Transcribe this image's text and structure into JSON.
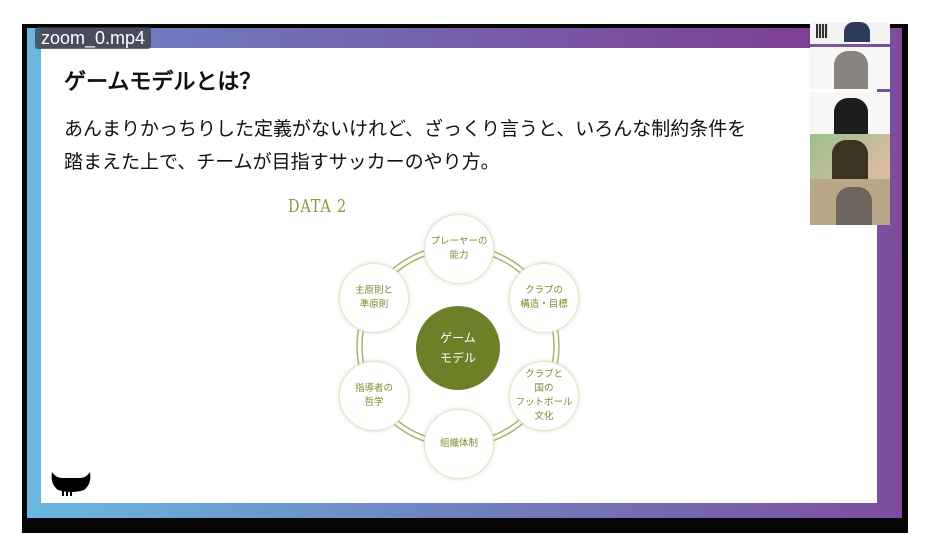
{
  "video": {
    "filename": "zoom_0.mp4"
  },
  "slide": {
    "title": "ゲームモデルとは？",
    "body_line1": "あんまりかっちりした定義がないけれど、ざっくり言うと、いろんな制約条件を",
    "body_line2": "踏まえた上で、チームが目指すサッカーのやり方。",
    "figure_label": "DATA 2",
    "diagram": {
      "center": {
        "line1": "ゲーム",
        "line2": "モデル"
      },
      "nodes": [
        {
          "lines": [
            "プレーヤーの",
            "能力"
          ]
        },
        {
          "lines": [
            "クラブの",
            "構造・目標"
          ]
        },
        {
          "lines": [
            "クラブと",
            "国の",
            "フットボール",
            "文化"
          ]
        },
        {
          "lines": [
            "組織体制"
          ]
        },
        {
          "lines": [
            "指導者の",
            "哲学"
          ]
        },
        {
          "lines": [
            "主原則と",
            "準原則"
          ]
        }
      ]
    },
    "colors": {
      "accent": "#6d7f27",
      "node_text": "#7a8c2e"
    }
  },
  "participants": {
    "count": 5
  }
}
